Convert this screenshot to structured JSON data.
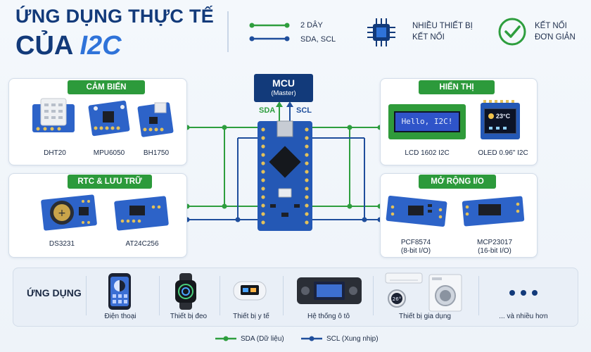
{
  "title": {
    "line1": "ỨNG DỤNG THỰC TẾ",
    "line2_prefix": "CỦA ",
    "line2_highlight": "I2C"
  },
  "features": {
    "wires_line1": "2 DÂY",
    "wires_line2": "SDA, SCL",
    "multi_line1": "NHIỀU THIẾT BỊ",
    "multi_line2": "KẾT NỐI",
    "simple_line1": "KẾT NỐI",
    "simple_line2": "ĐƠN GIẢN"
  },
  "groups": {
    "sensors": {
      "title": "CẢM BIẾN",
      "items": [
        "DHT20",
        "MPU6050",
        "BH1750"
      ]
    },
    "rtc": {
      "title": "RTC & LƯU TRỮ",
      "items": [
        "DS3231",
        "AT24C256"
      ]
    },
    "display": {
      "title": "HIỂN THỊ",
      "items": [
        "LCD 1602 I2C",
        "OLED 0.96\" I2C"
      ],
      "lcd_text": "Hello, I2C!",
      "oled_temp": "23°C"
    },
    "io": {
      "title": "MỞ RỘNG I/O",
      "items": [
        {
          "name": "PCF8574",
          "detail": "(8-bit I/O)"
        },
        {
          "name": "MCP23017",
          "detail": "(16-bit I/O)"
        }
      ]
    }
  },
  "mcu": {
    "name": "MCU",
    "role": "(Master)",
    "sda": "SDA",
    "scl": "SCL"
  },
  "applications": {
    "title": "ỨNG DỤNG",
    "items": [
      "Điện thoại",
      "Thiết bị đeo",
      "Thiết bị y tế",
      "Hệ thống ô tô",
      "Thiết bị gia dụng",
      "... và nhiều hơn"
    ],
    "thermostat_text": "26°"
  },
  "legend": {
    "sda": "SDA (Dữ liệu)",
    "scl": "SCL (Xung nhịp)"
  },
  "colors": {
    "sda": "#2e9e3e",
    "scl": "#1f4e9c",
    "navy": "#123a7a",
    "accent": "#2f73d9",
    "tag": "#2c9a3b"
  }
}
